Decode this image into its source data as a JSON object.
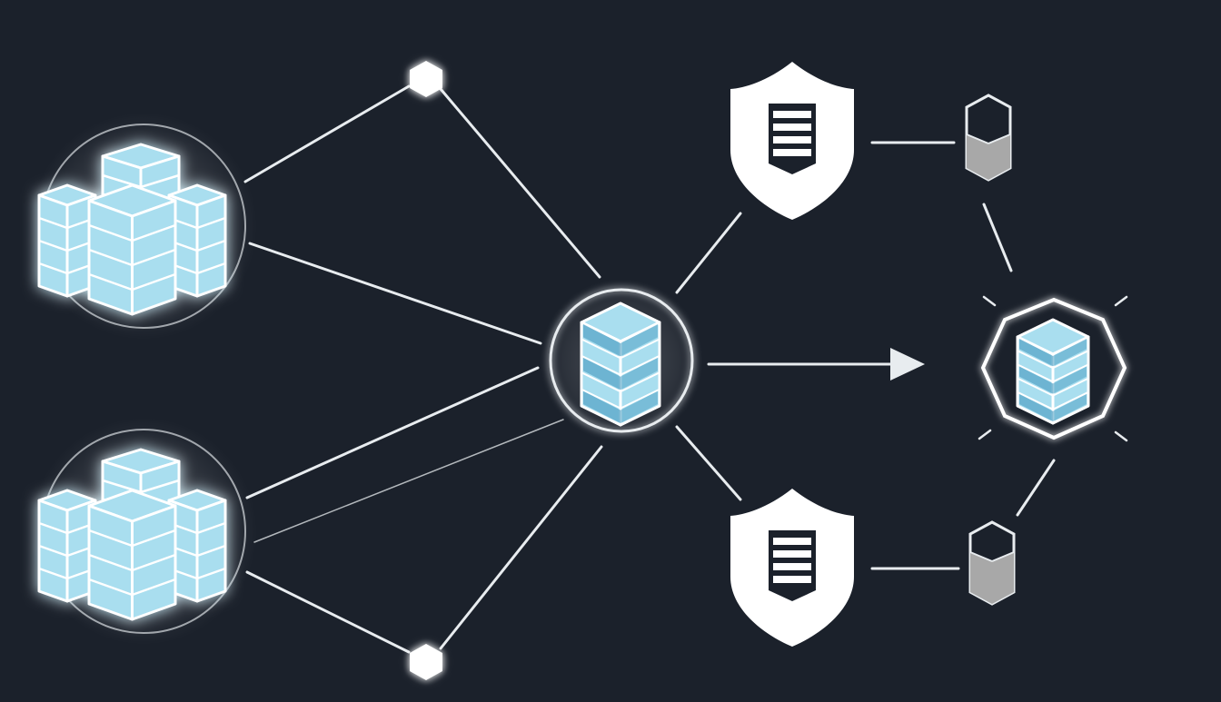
{
  "diagram": {
    "background": "#1b212b",
    "line_color": "#e8ecef",
    "cube_fill": "#a9deef",
    "cube_shade": "#5aa6c8",
    "cube_edge": "#ffffff",
    "shield_fill": "#ffffff",
    "gray_db_fill": "#a8a8a8",
    "glow_color": "#ffffff"
  },
  "nodes": {
    "cluster_top": {
      "kind": "server-cluster",
      "icon": "server-cluster-icon"
    },
    "cluster_bottom": {
      "kind": "server-cluster",
      "icon": "server-cluster-icon"
    },
    "hub": {
      "kind": "central-server",
      "icon": "database-server-icon"
    },
    "relay_top": {
      "kind": "relay-node",
      "icon": "hexagon-node-icon"
    },
    "relay_bottom": {
      "kind": "relay-node",
      "icon": "hexagon-node-icon"
    },
    "shield_top": {
      "kind": "security-gateway",
      "icon": "shield-icon"
    },
    "shield_bottom": {
      "kind": "security-gateway",
      "icon": "shield-icon"
    },
    "storage_top": {
      "kind": "storage",
      "icon": "gray-database-icon"
    },
    "storage_bottom": {
      "kind": "storage",
      "icon": "gray-database-icon"
    },
    "target": {
      "kind": "protected-server",
      "icon": "database-server-icon"
    }
  }
}
